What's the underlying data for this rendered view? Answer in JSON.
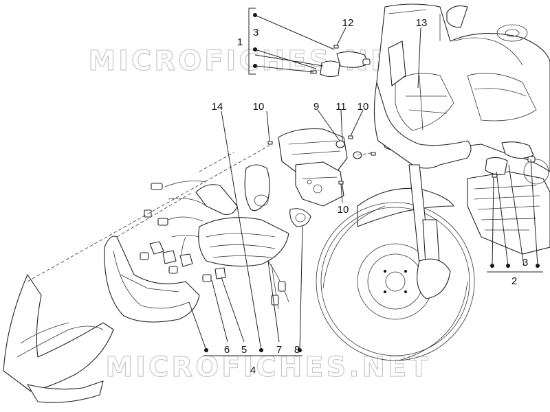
{
  "watermark": "MICROFICHES.NET",
  "callouts": {
    "n1": "1",
    "n2": "2",
    "n3a": "3",
    "n3b": "3",
    "n4": "4",
    "n5": "5",
    "n6": "6",
    "n7": "7",
    "n8": "8",
    "n9": "9",
    "n10a": "10",
    "n10b": "10",
    "n10c": "10",
    "n11": "11",
    "n12": "12",
    "n13": "13",
    "n14": "14"
  }
}
